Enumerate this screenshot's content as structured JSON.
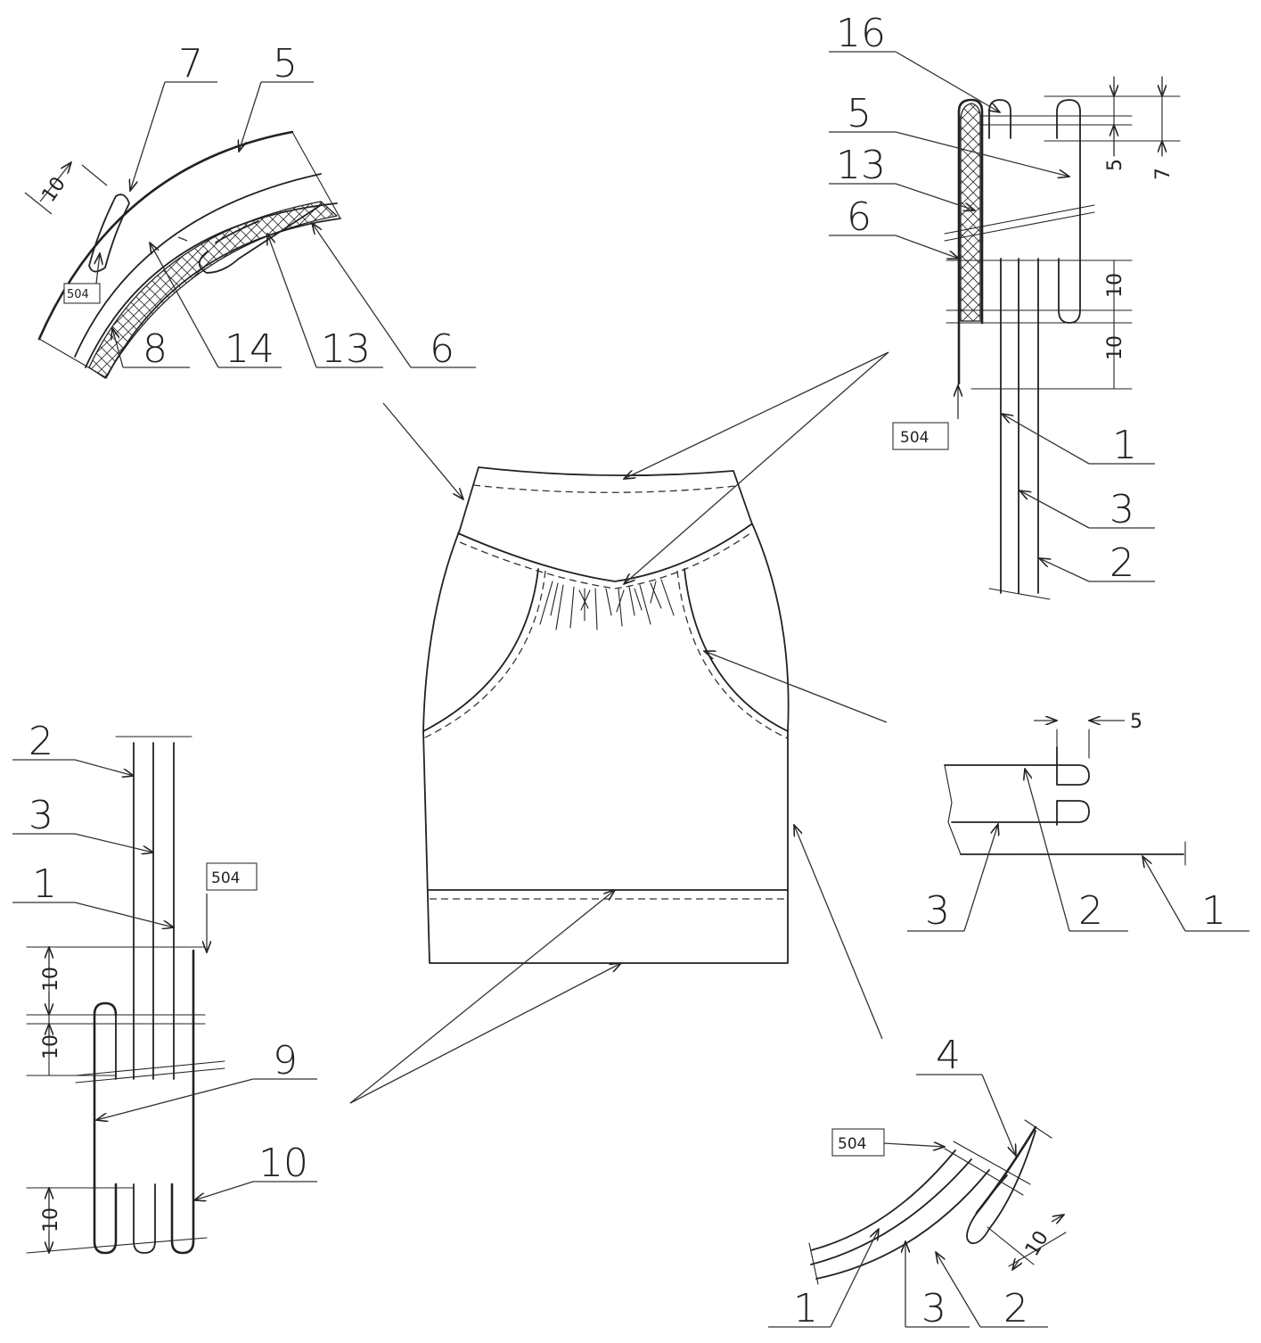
{
  "diagram": {
    "type": "garment-technical-drawing",
    "details": {
      "waistband_curve": {
        "callouts": [
          "7",
          "5",
          "8",
          "14",
          "13",
          "6"
        ],
        "dimensions": [
          "10"
        ],
        "stitch_box": "504"
      },
      "waistband_section": {
        "callouts": [
          "16",
          "5",
          "13",
          "6",
          "1",
          "3",
          "2"
        ],
        "dimensions": [
          "5",
          "7",
          "10",
          "10"
        ],
        "stitch_box": "504"
      },
      "pocket_edge": {
        "callouts": [
          "3",
          "2",
          "1"
        ],
        "dimensions": [
          "5"
        ]
      },
      "hem_band_section": {
        "callouts": [
          "2",
          "3",
          "1",
          "9",
          "10"
        ],
        "dimensions": [
          "10",
          "10",
          "10"
        ],
        "stitch_box": "504"
      },
      "side_seam_curve": {
        "callouts": [
          "4",
          "1",
          "3",
          "2"
        ],
        "dimensions": [
          "10"
        ],
        "stitch_box": "504"
      }
    }
  }
}
